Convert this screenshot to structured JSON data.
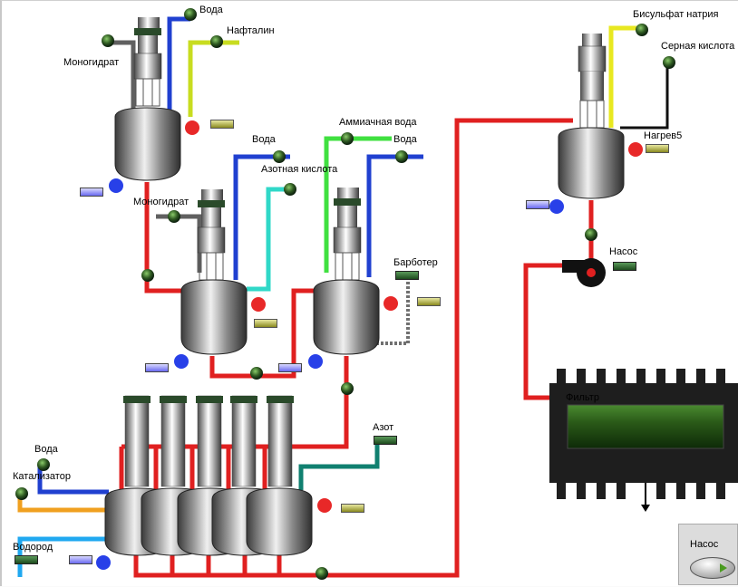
{
  "labels": {
    "water1": "Вода",
    "naphthalene": "Нафталин",
    "monohydrate1": "Моногидрат",
    "water2": "Вода",
    "nitric_acid": "Азотная кислота",
    "monohydrate2": "Моногидрат",
    "ammonia_water": "Аммиачная вода",
    "water3": "Вода",
    "bubbler": "Барботер",
    "nitrogen": "Азот",
    "water4": "Вода",
    "catalyst": "Катализатор",
    "hydrogen": "Водород",
    "sodium_bisulfate": "Бисульфат натрия",
    "sulfuric_acid": "Серная кислота",
    "heating": "Нагрев5",
    "pump": "Насос",
    "filter": "Фильтр"
  },
  "pump_panel": {
    "label": "Насос"
  },
  "colors": {
    "water": "#2040d0",
    "naphthalene": "#c8dc20",
    "monohydrate": "#606060",
    "nitric": "#30d8c8",
    "ammonia": "#40e040",
    "product": "#e02020",
    "catalyst": "#f0a020",
    "hydrogen": "#20a8f0",
    "nitrogen": "#108070",
    "bisulfate": "#e8e820",
    "sulfuric": "#101010"
  }
}
